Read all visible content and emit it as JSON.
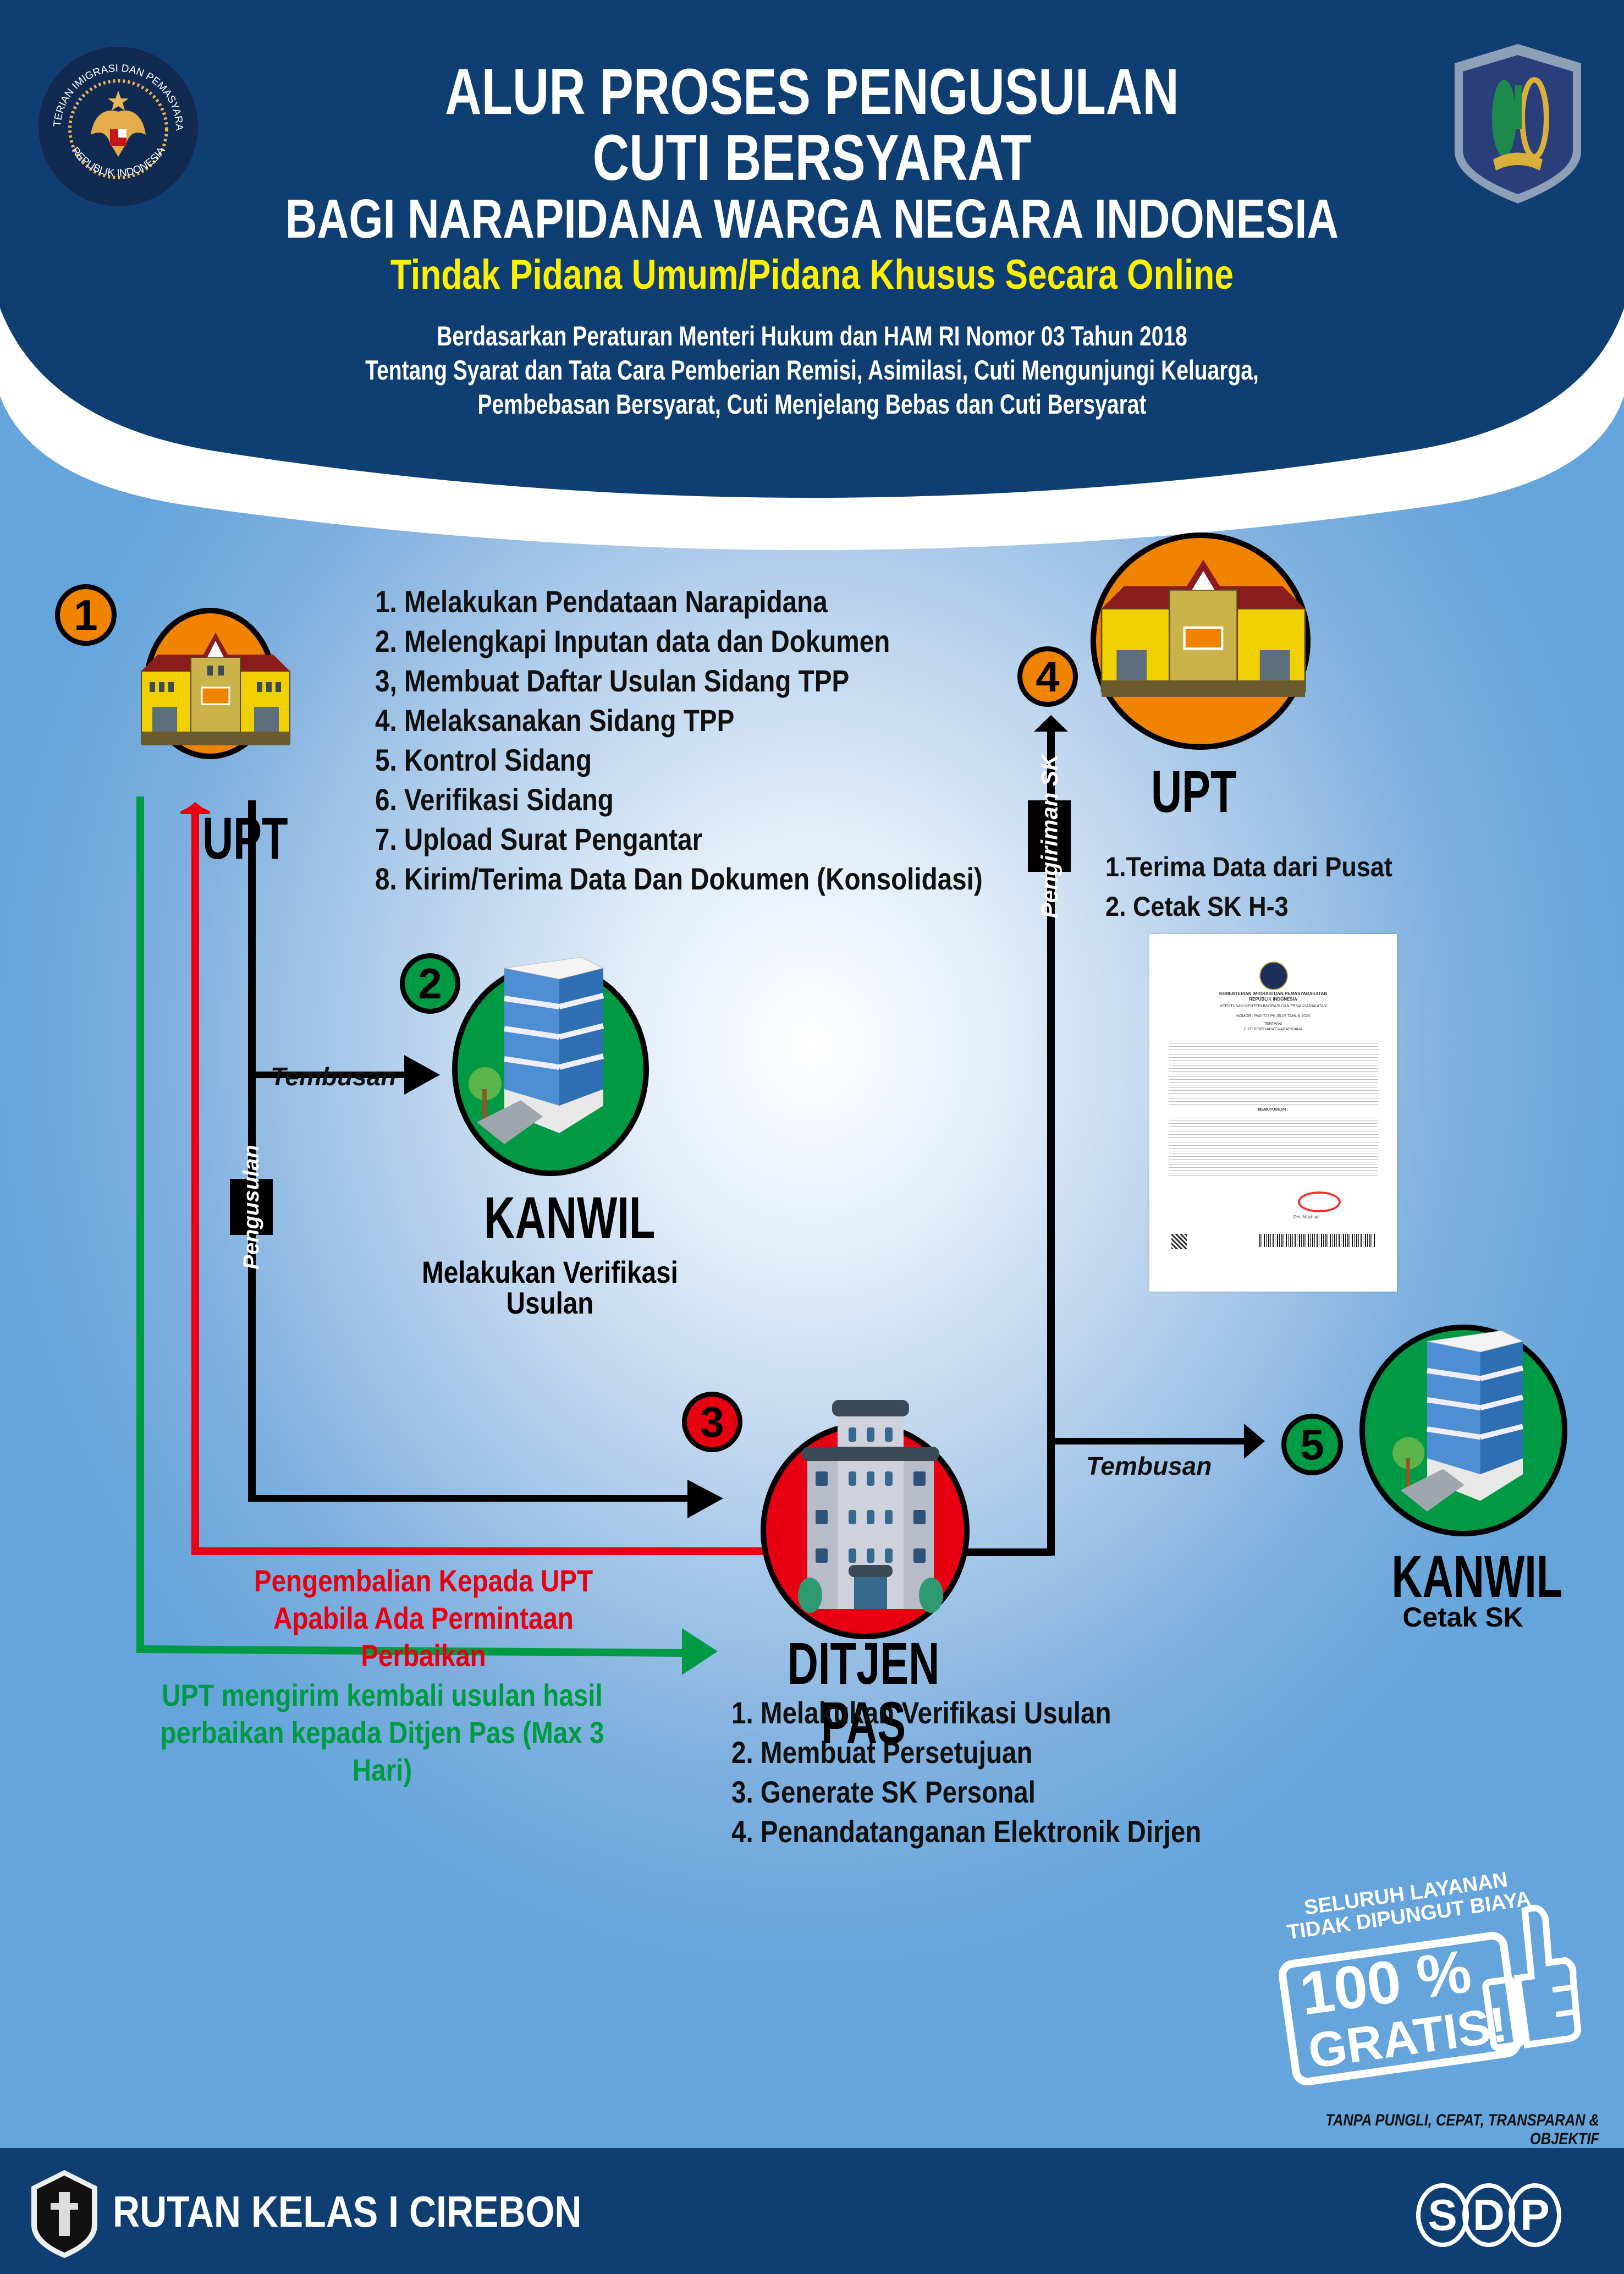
{
  "header": {
    "title_line1": "ALUR PROSES PENGUSULAN",
    "title_line2": "CUTI BERSYARAT",
    "title_line3": "BAGI NARAPIDANA WARGA NEGARA INDONESIA",
    "subtitle": "Tindak Pidana Umum/Pidana Khusus Secara Online",
    "regulation_lines": [
      "Berdasarkan Peraturan Menteri Hukum dan HAM RI Nomor 03 Tahun 2018",
      "Tentang Syarat dan Tata Cara Pemberian Remisi, Asimilasi, Cuti Mengunjungi Keluarga,",
      "Pembebasan Bersyarat, Cuti Menjelang Bebas dan Cuti Bersyarat"
    ],
    "left_logo": {
      "icon": "ministry-emblem-icon",
      "ring_text_top": "KEMENTERIAN IMIGRASI DAN PEMASYARAKATAN",
      "ring_text_bottom": "REPUBLIK INDONESIA"
    },
    "right_logo": {
      "icon": "pemasyarakatan-shield-icon"
    }
  },
  "colors": {
    "navy": "#0f3f72",
    "yellow": "#ffef00",
    "orange": "#f08300",
    "green": "#009a44",
    "red": "#e60012",
    "black": "#000000"
  },
  "steps": [
    {
      "number": "1",
      "node": "UPT",
      "icon": "prison-building-icon",
      "color": "#f08300",
      "tasks": [
        "1. Melakukan Pendataan Narapidana",
        "2. Melengkapi Inputan data dan Dokumen",
        "3, Membuat Daftar Usulan Sidang TPP",
        "4. Melaksanakan Sidang TPP",
        "5. Kontrol Sidang",
        "6. Verifikasi Sidang",
        "7. Upload Surat Pengantar",
        "8. Kirim/Terima Data Dan Dokumen (Konsolidasi)"
      ]
    },
    {
      "number": "2",
      "node": "KANWIL",
      "icon": "office-building-icon",
      "color": "#009a44",
      "description": "Melakukan Verifikasi Usulan"
    },
    {
      "number": "3",
      "node": "DITJEN PAS",
      "icon": "government-building-icon",
      "color": "#e60012",
      "tasks": [
        "1. Melakukan Verifikasi Usulan",
        "2. Membuat Persetujuan",
        "3. Generate SK Personal",
        "4. Penandatanganan Elektronik Dirjen"
      ]
    },
    {
      "number": "4",
      "node": "UPT",
      "icon": "prison-building-icon",
      "color": "#f08300",
      "tasks": [
        "1.Terima Data dari Pusat",
        "2. Cetak SK H-3"
      ]
    },
    {
      "number": "5",
      "node": "KANWIL",
      "icon": "office-building-icon",
      "color": "#009a44",
      "description": "Cetak SK"
    }
  ],
  "flow_labels": {
    "tembusan_1": "Tembusan",
    "tembusan_2": "Tembusan",
    "pengusulan": "Pengusulan",
    "pengiriman_sk": "Pengiriman SK",
    "return_note_line1": "Pengembalian Kepada UPT",
    "return_note_line2": "Apabila Ada Permintaan Perbaikan",
    "resubmit_note_line1": "UPT mengirim kembali usulan hasil",
    "resubmit_note_line2": "perbaikan kepada Ditjen Pas (Max 3 Hari)"
  },
  "sk_document": {
    "icon": "sk-document-thumbnail",
    "heading1": "KEMENTERIAN IMIGRASI DAN PEMASYARAKATAN",
    "heading2": "REPUBLIK INDONESIA",
    "heading3": "KEPUTUSAN MENTERI IMIGRASI DAN PEMASYARAKATAN",
    "nomor": "NOMOR : PAS-727.PK.05.09 TAHUN 2025",
    "tentang": "TENTANG",
    "subject": "CUTI BERSYARAT NARAPIDANA",
    "decision": "MEMUTUSKAN :",
    "signer": "Drs. Mashudi"
  },
  "gratis_stamp": {
    "top_line1": "SELURUH LAYANAN",
    "top_line2": "TIDAK DIPUNGUT BIAYA",
    "big1": "100 %",
    "big2": "GRATIS!",
    "icon": "thumbs-up-icon",
    "tagline": "TANPA PUNGLI, CEPAT, TRANSPARAN & OBJEKTIF"
  },
  "footer": {
    "institution": "RUTAN KELAS I CIREBON",
    "logo_icon": "rutan-shield-icon",
    "sdp_letters": [
      "S",
      "D",
      "P"
    ]
  }
}
